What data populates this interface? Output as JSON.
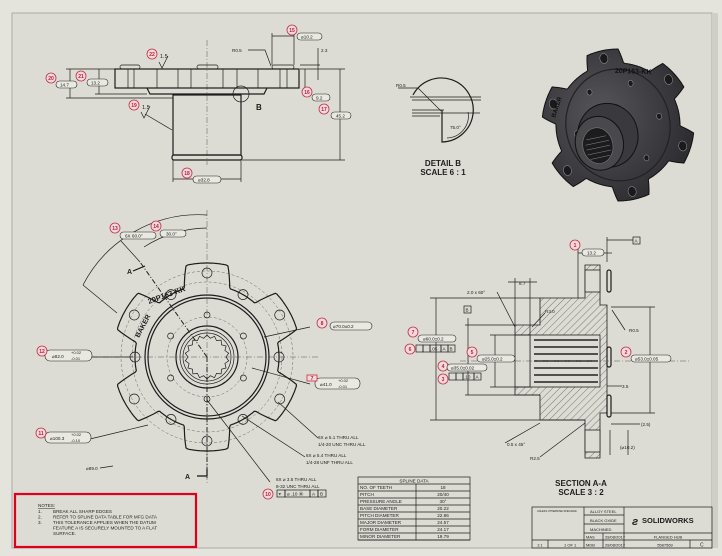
{
  "colors": {
    "sheet": "#dddcd4",
    "line": "#1c1c1c",
    "balloon": "#c03046",
    "highlight_box": "#e0001a",
    "part_render": "#3a3a3e"
  },
  "top_view": {
    "balloons": [
      "15",
      "22",
      "20",
      "21",
      "16",
      "17",
      "19",
      "18"
    ],
    "dia_10_2": "⌀10.2",
    "r0_5": "R0.5",
    "d2_3": "2.3",
    "d14_7": "14.7",
    "d13_2": "13.2",
    "d9_2": "9.2",
    "d45_2": "45.2",
    "dia_32_8": "⌀32.8",
    "surface_top": "1.5",
    "surface_hub": "1.5",
    "detail_ref": "B"
  },
  "detail_b": {
    "r0_5": "R0.5",
    "angle": "75.0°",
    "title": "DETAIL B",
    "scale": "SCALE 6 : 1"
  },
  "front_view": {
    "balloons": [
      "13",
      "14",
      "8",
      "12",
      "7",
      "11",
      "10"
    ],
    "angle_6x": "6X 60.0°",
    "angle_30": "30.0°",
    "dia_70": "⌀70.0±0.2",
    "dia_82": "⌀82.0",
    "dia_82_tol_up": "+0.02",
    "dia_82_tol_lo": "-0.01",
    "dia_41": "⌀41.0",
    "dia_41_tol_up": "+0.02",
    "dia_41_tol_lo": "-0.01",
    "dia_100": "⌀100.3",
    "dia_100_tol_up": "+0.02",
    "dia_100_tol_lo": "-0.10",
    "dia_89": "⌀89.0",
    "hole1_a": "6X ⌀ 5.1 THRU ALL",
    "hole1_b": "1/4-20 UNC  THRU ALL",
    "hole2_a": "6X ⌀ 5.4 THRU ALL",
    "hole2_b": "1/4-28 UNF  THRU ALL",
    "hole3_a": "6X ⌀ 3.5 THRU ALL",
    "hole3_b": "8-32 UNC  THRU ALL",
    "fcf_pos": [
      "⌖",
      "⌀ .10 Ⓜ",
      "A",
      "B"
    ],
    "section_letter": "A",
    "engrave_part": "20P163-KK",
    "engrave_brand": "BAKER"
  },
  "section_view": {
    "balloons": [
      "1",
      "7",
      "6",
      "5",
      "4",
      "3",
      "2"
    ],
    "d13_2": "13.2",
    "datum_a": "A",
    "d8_7": "8.7",
    "chamfer_top": "2.0 x 60°",
    "r3_0": "R3.0",
    "datum_b": "B",
    "r0_5": "R0.5",
    "dia_60": "⌀60.0±0.2",
    "fcf_05": [
      ".05",
      "A",
      "B"
    ],
    "dia_25": "⌀25.0±0.2",
    "dia_35": "⌀35.0±0.02",
    "fcf_10": [
      ".10",
      "A"
    ],
    "dia_53": "⌀53.0±0.05",
    "d3_5": "3.5",
    "d2_5": "(2.5)",
    "dia_10_2": "(⌀10.2)",
    "chamfer_bot": "0.5 x 45°",
    "r2_5": "R2.5",
    "title": "SECTION A-A",
    "scale": "SCALE 3 : 2"
  },
  "spline_table": {
    "title": "SPLINE DATA",
    "rows": [
      [
        "NO. OF TEETH",
        "18"
      ],
      [
        "PITCH",
        "20/40"
      ],
      [
        "PRESSURE ANGLE",
        "30°"
      ],
      [
        "BASE DIAMETER",
        "20.22"
      ],
      [
        "PITCH DIAMETER",
        "22.86"
      ],
      [
        "MAJOR DIAMETER",
        "24.57"
      ],
      [
        "FORM DIAMETER",
        "24.17"
      ],
      [
        "MINOR DIAMETER",
        "19.79"
      ]
    ]
  },
  "notes": {
    "heading": "NOTES:",
    "items": [
      {
        "num": "1.",
        "text": "BREAK ALL SHARP EDGES"
      },
      {
        "num": "2.",
        "text": "REFER TO SPLINE DATA TABLE FOR MFG DATA"
      },
      {
        "num": "3.",
        "text": "THIS TOLERANCE APPLIES WHEN THE DATUM"
      },
      {
        "num": "",
        "text": "FEATURE A IS SECURELY MOUNTED TO A FLAT"
      },
      {
        "num": "",
        "text": "SURFACE."
      }
    ]
  },
  "title_block": {
    "material": "ALLOY STEEL",
    "finish": "BLACK OXIDE",
    "process": "MACHINED",
    "drawn_by": "MAS",
    "drawn_date": "28/08/2017",
    "checked_by": "MDB",
    "checked_date": "28/08/2017",
    "title": "FLANGED HUB",
    "part_number": "5587569",
    "revision": "C",
    "scale": "1:1",
    "sheet": "1 OF 1",
    "logo": "SOLIDWORKS"
  }
}
